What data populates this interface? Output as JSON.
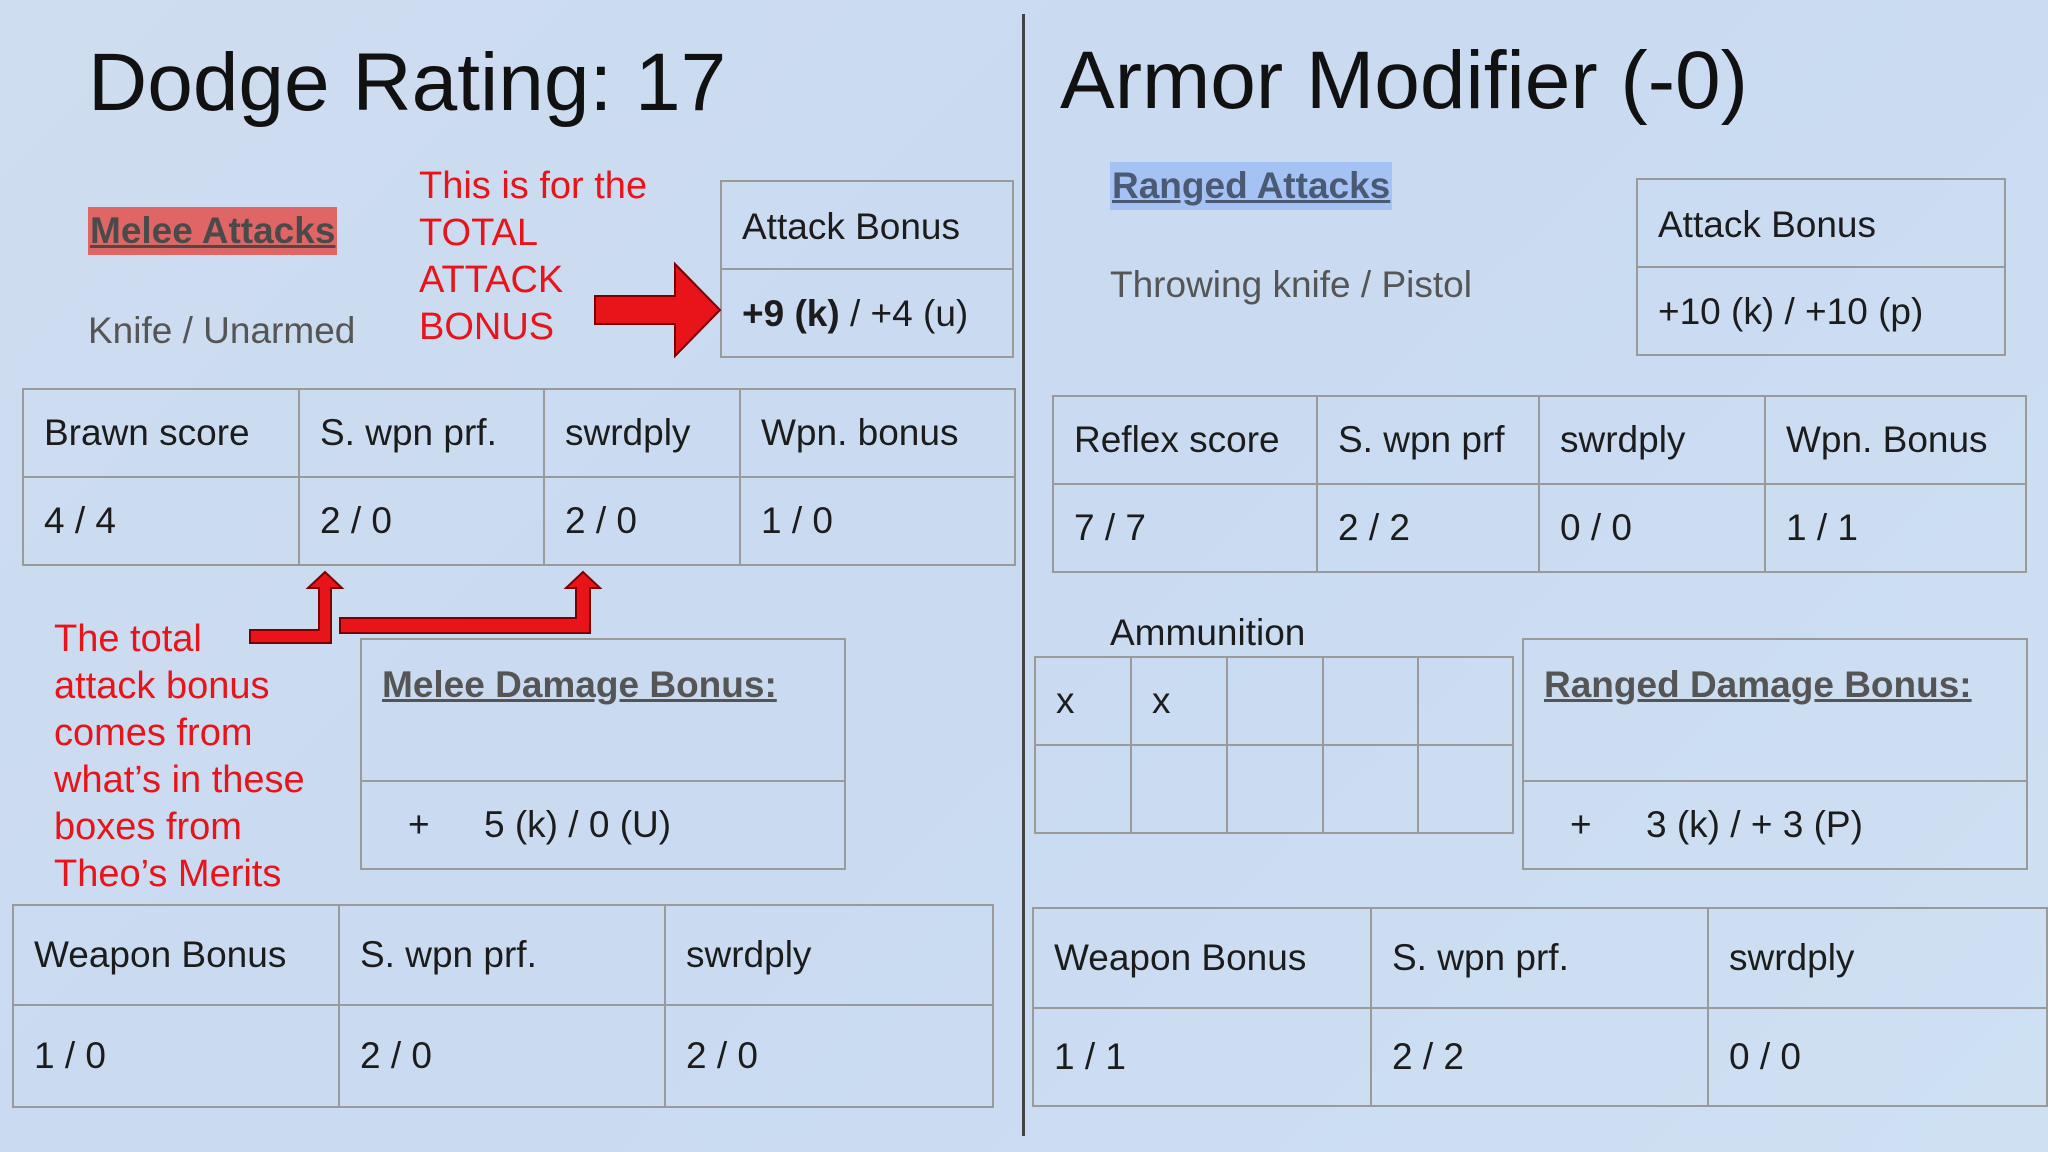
{
  "left": {
    "title": "Dodge Rating: 17",
    "section_label": "Melee Attacks",
    "weapons": "Knife / Unarmed",
    "note_top": "This is for the\nTOTAL\nATTACK\nBONUS",
    "attack_bonus": {
      "header": "Attack Bonus",
      "value_bold": "+9 (k)",
      "value_rest": " / +4 (u)"
    },
    "stats_table": {
      "headers": [
        "Brawn score",
        "S. wpn prf.",
        "swrdply",
        "Wpn. bonus"
      ],
      "values": [
        "4 / 4",
        "2 / 0",
        "2 / 0",
        "1 / 0"
      ]
    },
    "note_bottom": "The total\nattack bonus\ncomes from\nwhat’s in these\nboxes from\nTheo’s Merits",
    "damage": {
      "label": "Melee Damage Bonus:",
      "plus": "+",
      "value": "5 (k) / 0 (U)"
    },
    "weapon_table": {
      "headers": [
        "Weapon Bonus",
        "S. wpn prf.",
        "swrdply"
      ],
      "values": [
        "1 / 0",
        "2 / 0",
        "2 / 0"
      ]
    }
  },
  "right": {
    "title": "Armor Modifier (-0)",
    "section_label": "Ranged Attacks",
    "weapons": "Throwing knife / Pistol",
    "attack_bonus": {
      "header": "Attack Bonus",
      "value": "+10 (k) / +10 (p)"
    },
    "stats_table": {
      "headers": [
        "Reflex score",
        "S. wpn prf",
        "swrdply",
        "Wpn. Bonus"
      ],
      "values": [
        "7 / 7",
        "2 / 2",
        "0 / 0",
        "1 / 1"
      ]
    },
    "ammunition": {
      "label": "Ammunition",
      "rows": [
        [
          "x",
          "x",
          "",
          "",
          ""
        ],
        [
          "",
          "",
          "",
          "",
          ""
        ]
      ]
    },
    "damage": {
      "label": "Ranged Damage Bonus:",
      "plus": "+",
      "value": "3 (k) / + 3 (P)"
    },
    "weapon_table": {
      "headers": [
        "Weapon Bonus",
        "S. wpn prf.",
        "swrdply"
      ],
      "values": [
        "1 / 1",
        "2 / 2",
        "0 / 0"
      ]
    }
  },
  "colors": {
    "background": "#c9daf1",
    "annotation_red": "#e8141a",
    "melee_highlight": "#e06666",
    "ranged_highlight": "#a4c2f4",
    "grid_border": "#9a9a9a"
  }
}
